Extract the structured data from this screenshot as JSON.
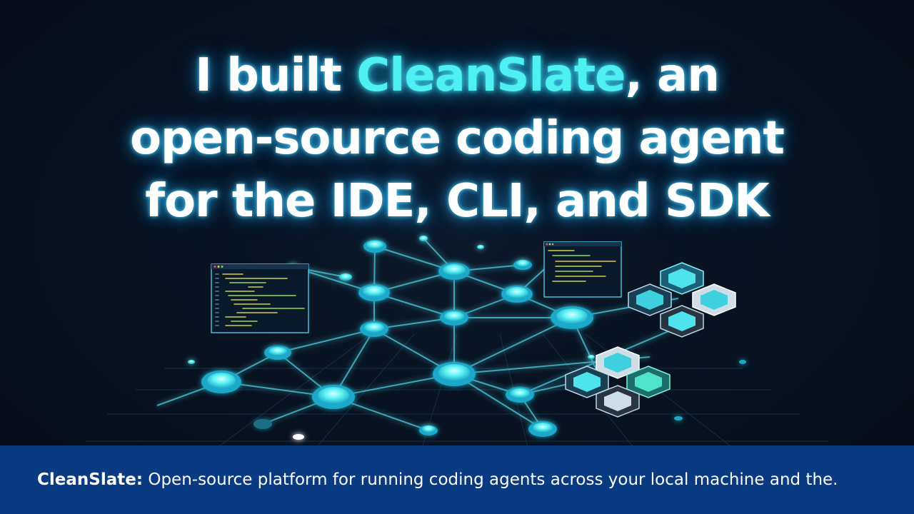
{
  "headline": {
    "line1_before": "I built ",
    "line1_brand": "CleanSlate",
    "line1_after": ", an",
    "line2": "open-source coding agent",
    "line3": "for the IDE, CLI, and SDK"
  },
  "caption": {
    "brand": "CleanSlate:",
    "text": " Open-source platform for running coding agents across your local machine and the."
  },
  "colors": {
    "accent": "#4ff0f2",
    "caption_bar": "#0a3a82",
    "background": "#081220"
  }
}
